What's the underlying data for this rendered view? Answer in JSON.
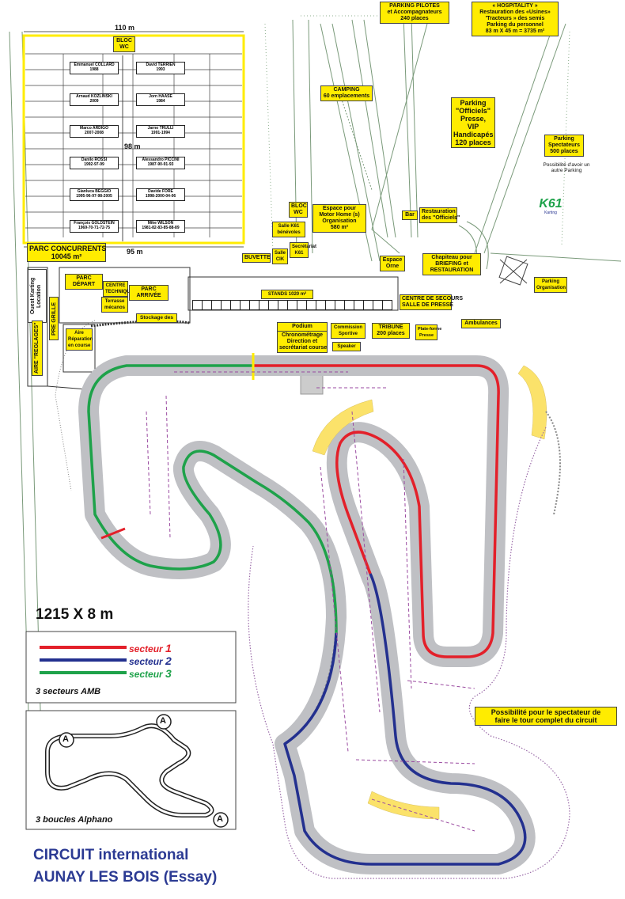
{
  "colors": {
    "sector1": "#e3202a",
    "sector2": "#23308f",
    "sector3": "#1ea24a",
    "labelBg": "#ffec00",
    "trackGray": "#bfc0c4",
    "titleBlue": "#2b3a93"
  },
  "dimensions": {
    "width110": "110 m",
    "height98": "98 m",
    "width95": "95 m"
  },
  "parc": {
    "bloc_wc": "BLOC\nWC",
    "concurrents": "PARC CONCURRENTS\n10045 m²",
    "slots": [
      [
        "Emmanuel COLLARD",
        "1988"
      ],
      [
        "David TERRIEN",
        "1993"
      ],
      [
        "Arnaud KOZLINSKI",
        "2009"
      ],
      [
        "Jorn HAASE",
        "1984"
      ],
      [
        "Marco ARDIGO",
        "2007-2008"
      ],
      [
        "Jarno TRULLI",
        "1991-1994"
      ],
      [
        "Danilo ROSSI",
        "1992-97-99"
      ],
      [
        "Alessandro PICCINI",
        "1987-90-91-93"
      ],
      [
        "Gianluca BEGGIO",
        "1995-96-97-98-2005"
      ],
      [
        "Davide FORE",
        "1998-2000-04-06"
      ],
      [
        "François GOLDSTEIN",
        "1969-70-71-72-75"
      ],
      [
        "Mike WILSON",
        "1981-82-83-85-88-89"
      ]
    ]
  },
  "labels": {
    "parking_pilotes": "PARKING PILOTES\net Accompagnateurs\n240 places",
    "hospitality": "« HOSPITALITY »\nRestauration des «Usines»\n'Tracteurs » des semis\nParking du personnel\n83 m X 45 m = 3735 m²",
    "camping": "CAMPING\n60 emplacements",
    "parking_officiels": "Parking\n\"Officiels\"\nPresse,\nVIP\nHandicapés\n120 places",
    "parking_spectateurs": "Parking\nSpectateurs\n500 places",
    "possibilite_parking": "Possibilité d'avoir un\nautre Parking",
    "bloc_wc2": "BLOC\nWC",
    "espace_motorhome": "Espace pour\nMotor Home (s)\nOrganisation\n580 m²",
    "bar": "Bar",
    "restauration_officiels": "Restauration\ndes \"Officiels\"",
    "salle_k61": "Salle K61\nbénévoles",
    "salle_cik": "Salle\nCIK",
    "secretariat_k61": "Secrétariat\nK61",
    "buvette": "BUVETTE",
    "espace_orne": "Espace\nOrne",
    "chapiteau": "Chapiteau pour\nBRIEFING et\nRESTAURATION",
    "parking_organisation": "Parking\nOrganisation",
    "ouest_karting": "Ouest Karting\nLocation",
    "pre_grille": "PRE GRILLE",
    "parc_depart": "PARC DÉPART",
    "centre_technique": "CENTRE\nTECHNIQUE",
    "terrasse_mecanos": "Terrasse\nmécanos",
    "parc_arrivee": "PARC ARRIVÉE",
    "stockage": "Stockage des",
    "stands": "STANDS 1020 m²",
    "centre_secours": "CENTRE DE SECOURS\nSALLE DE PRESSE",
    "ambulances": "Ambulances",
    "aire_reglages": "AIRE \"REGLAGES\"",
    "aire_reparation": "Aire\nRéparation\nen course",
    "podium": "Podium",
    "chronometrage": "Chronométrage\nDirection et\nsecrétariat course",
    "commission": "Commission\nSportive",
    "speaker": "Speaker",
    "tribune": "TRIBUNE\n200 places",
    "plateforme": "Plate-forme\nPresse",
    "possibilite_tour": "Possibilité pour le spectateur de\nfaire le tour complet du circuit"
  },
  "logo": {
    "name": "K61",
    "sub": "Karting"
  },
  "track_size": "1215 X 8 m",
  "legend": {
    "sectors": [
      {
        "name": "secteur",
        "num": "1",
        "color": "#e3202a"
      },
      {
        "name": "secteur",
        "num": "2",
        "color": "#23308f"
      },
      {
        "name": "secteur",
        "num": "3",
        "color": "#1ea24a"
      }
    ],
    "caption": "3 secteurs AMB"
  },
  "loops": {
    "marker": "A",
    "caption": "3 boucles Alphano"
  },
  "title": {
    "line1_bold": "CIRCUIT",
    "line1_rest": " international",
    "line2": "AUNAY LES BOIS (Essay)"
  }
}
